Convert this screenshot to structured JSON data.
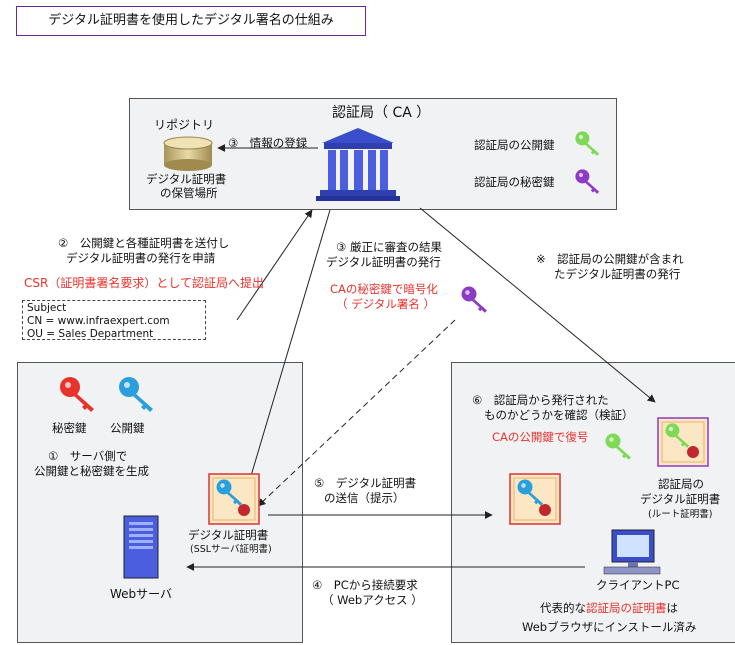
{
  "title": "デジタル証明書を使用したデジタル署名の仕組み",
  "ca": {
    "title": "認証局（ CA ）",
    "repository_label": "リポジトリ",
    "storage_line1": "デジタル証明書",
    "storage_line2": "の保管場所",
    "register_step": "③　情報の登録",
    "public_key_label": "認証局の公開鍵",
    "private_key_label": "認証局の秘密鍵"
  },
  "csr": {
    "caption": "CSR（証明書署名要求）として認証局へ提出",
    "subject": "Subject",
    "cn": "CN = www.infraexpert.com",
    "ou": "OU = Sales Department"
  },
  "steps": {
    "step2_line1": "②　公開鍵と各種証明書を送付し",
    "step2_line2": "デジタル証明書の発行を申請",
    "step3_line1": "③ 厳正に審査の結果",
    "step3_line2": "デジタル証明書の発行",
    "sign_line1": "CAの秘密鍵で暗号化",
    "sign_line2": "（ デジタル署名 ）",
    "note_line1": "※　認証局の公開鍵が含まれ",
    "note_line2": "たデジタル証明書の発行",
    "step5_line1": "⑤　デジタル証明書",
    "step5_line2": "の送信（提示）",
    "step4_line1": "④　PCから接続要求",
    "step4_line2": "（ Webアクセス ）"
  },
  "server": {
    "private_key_label": "秘密鍵",
    "public_key_label": "公開鍵",
    "step1_line1": "①　サーバ側で",
    "step1_line2": "公開鍵と秘密鍵を生成",
    "cert_label": "デジタル証明書",
    "cert_sub": "(SSLサーバ証明書)",
    "server_label": "Webサーバ"
  },
  "client": {
    "step6_line1": "⑥　認証局から発行された",
    "step6_line2": "ものかどうかを確認（検証）",
    "decrypt_label": "CAの公開鍵で復号",
    "root_cert_line1": "認証局の",
    "root_cert_line2": "デジタル証明書",
    "root_cert_sub": "(ルート証明書)",
    "pc_label": "クライアントPC",
    "note_line1_pre": "代表的な",
    "note_line1_red": "認証局の証明書",
    "note_line1_post": "は",
    "note_line2": "Webブラウザにインストール済み"
  },
  "colors": {
    "ca_public_key": "#7ed957",
    "ca_private_key": "#8e3bc4",
    "server_private_key": "#e8322c",
    "server_public_key": "#2a9fdc",
    "emphasis_red": "#e8322c",
    "building": "#3a4ecb"
  }
}
